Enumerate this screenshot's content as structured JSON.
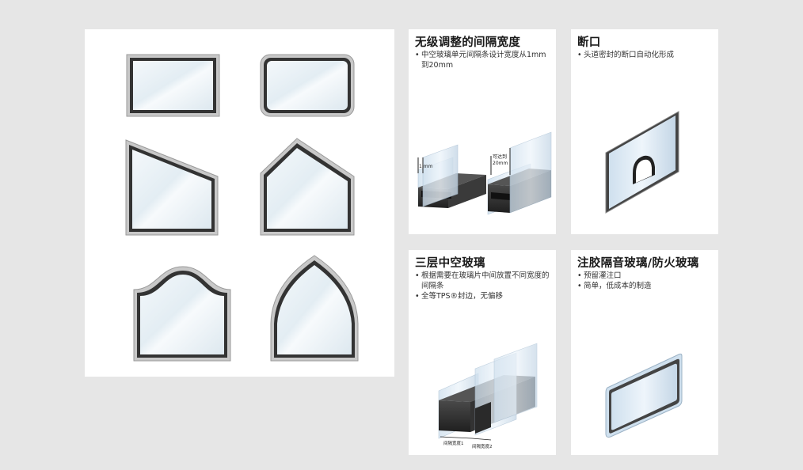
{
  "cards": {
    "spacer": {
      "title": "无级调整的间隔宽度",
      "bullets": [
        "中空玻璃单元间隔条设计宽度从1mm到20mm"
      ],
      "label_min": "1 mm",
      "label_max_1": "可达到",
      "label_max_2": "20mm"
    },
    "break": {
      "title": "断口",
      "bullets": [
        "头道密封的断口自动化形成"
      ]
    },
    "triple": {
      "title": "三层中空玻璃",
      "bullets": [
        "根据需要在玻璃片中间放置不同宽度的间隔条",
        "全等TPS®封边，无偏移"
      ],
      "label_a": "间隔宽度1",
      "label_b": "间隔宽度2"
    },
    "fire": {
      "title": "注胶隔音玻璃/防火玻璃",
      "bullets": [
        "预留灌注口",
        "简单，低成本的制造"
      ]
    }
  },
  "colors": {
    "background": "#e6e6e6",
    "frame_dark": "#333333",
    "frame_silver": "#bdbdbd",
    "glass": "#eef4f8",
    "spacer_body": "#2e2e2e"
  },
  "shapes": [
    "rectangle",
    "rounded-rectangle",
    "trapezoid",
    "pentagon",
    "arched-top",
    "gothic-arch"
  ]
}
